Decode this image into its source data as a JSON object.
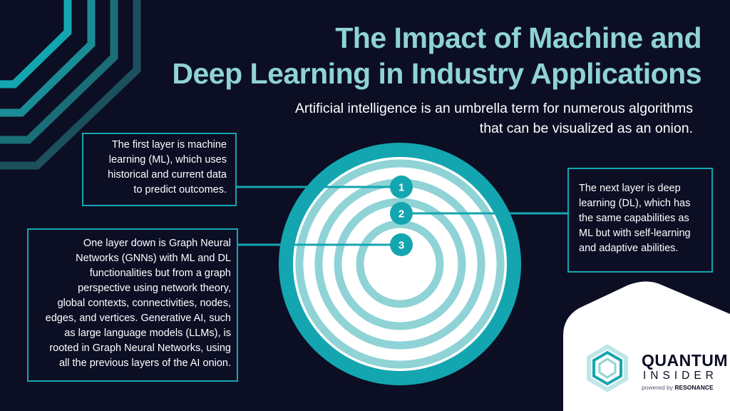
{
  "header": {
    "title_line1": "The Impact of Machine and",
    "title_line2": "Deep Learning in Industry Applications",
    "subtitle_line1": "Artificial intelligence is an umbrella term for numerous algorithms",
    "subtitle_line2": "that can be visualized as an onion."
  },
  "callouts": [
    {
      "marker": "1",
      "lines": [
        "The first layer is machine",
        "learning (ML), which uses",
        "historical and current data",
        "to predict outcomes."
      ]
    },
    {
      "marker": "2",
      "lines": [
        "The next layer is deep",
        "learning (DL), which has",
        "the same capabilities as",
        "ML but with self-learning",
        "and adaptive abilities."
      ]
    },
    {
      "marker": "3",
      "lines": [
        "One layer down is Graph Neural",
        "Networks (GNNs) with ML and DL",
        "functionalities but from a graph",
        "perspective using network theory,",
        "global contexts, connectivities, nodes,",
        "edges, and vertices. Generative AI, such",
        "as large language models (LLMs), is",
        "rooted in Graph Neural Networks, using",
        "all the previous layers of the AI onion."
      ]
    }
  ],
  "logo": {
    "name": "QUANTUM",
    "sub": "INSIDER",
    "powered": "powered by",
    "brand": "RESONANCE"
  },
  "colors": {
    "background": "#0c0e24",
    "accent": "#14a6b0",
    "ring_light": "#8fd3d6",
    "title": "#8fd3d6"
  }
}
